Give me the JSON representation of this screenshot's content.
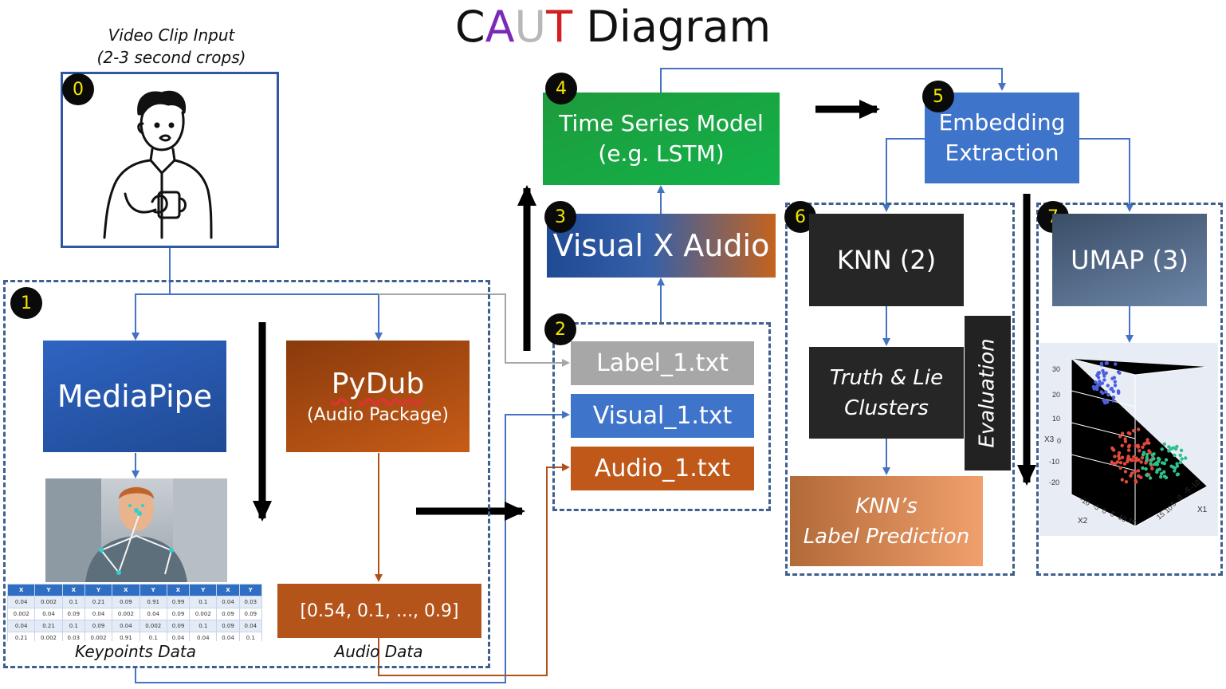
{
  "title": {
    "c": "C",
    "a": "A",
    "u": "U",
    "t": "T",
    "rest": "Diagram"
  },
  "colors": {
    "c": "#111111",
    "a": "#7a2bb5",
    "u": "#b8b8b8",
    "t": "#d21f1f",
    "dash": "#3f5f8f",
    "line_blue": "#4472c4",
    "line_orange": "#b0501a",
    "line_gray": "#a6a6a6"
  },
  "input": {
    "line1": "Video Clip Input",
    "line2": "(2-3 second crops)",
    "badge": "0"
  },
  "extraction": {
    "badge": "1",
    "mediapipe": "MediaPipe",
    "pydub": "PyDub",
    "pydub_sub": "(Audio Package)",
    "audio_values": "[0.54, 0.1, ..., 0.9]",
    "keypoints_caption": "Keypoints Data",
    "audio_caption": "Audio Data"
  },
  "keypoints_table": {
    "headers": [
      "X",
      "Y",
      "X",
      "Y",
      "X",
      "Y",
      "X",
      "Y",
      "X",
      "Y"
    ],
    "rows": [
      [
        "0.04",
        "0.002",
        "0.1",
        "0.21",
        "0.09",
        "0.91",
        "0.99",
        "0.1",
        "0.04",
        "0.03"
      ],
      [
        "0.002",
        "0.04",
        "0.09",
        "0.04",
        "0.002",
        "0.04",
        "0.09",
        "0.002",
        "0.09",
        "0.09"
      ],
      [
        "0.04",
        "0.21",
        "0.1",
        "0.09",
        "0.04",
        "0.002",
        "0.09",
        "0.1",
        "0.09",
        "0.04"
      ],
      [
        "0.21",
        "0.002",
        "0.03",
        "0.002",
        "0.91",
        "0.1",
        "0.04",
        "0.04",
        "0.04",
        "0.1"
      ]
    ]
  },
  "files": {
    "badge": "2",
    "label": "Label_1.txt",
    "visual": "Visual_1.txt",
    "audio": "Audio_1.txt"
  },
  "fusion": {
    "badge": "3",
    "text": "Visual X Audio"
  },
  "model": {
    "badge": "4",
    "line1": "Time Series Model",
    "line2": "(e.g. LSTM)"
  },
  "embedding": {
    "badge": "5",
    "line1": "Embedding",
    "line2": "Extraction"
  },
  "knn": {
    "badge": "6",
    "title": "KNN (2)",
    "clusters1": "Truth & Lie",
    "clusters2": "Clusters",
    "pred1": "KNN’s",
    "pred2": "Label Prediction",
    "evaluation": "Evaluation"
  },
  "umap": {
    "badge": "7",
    "title": "UMAP (3)",
    "axis_x1": "X1",
    "axis_x2": "X2",
    "axis_x3": "X3",
    "z_ticks": [
      "30",
      "20",
      "10",
      "0",
      "-10",
      "-20"
    ],
    "x2_ticks": [
      "-10",
      "-5",
      "0",
      "5",
      "10",
      "15"
    ],
    "x1_ticks": [
      "-10",
      "-5",
      "0",
      "5",
      "10",
      "15"
    ]
  }
}
